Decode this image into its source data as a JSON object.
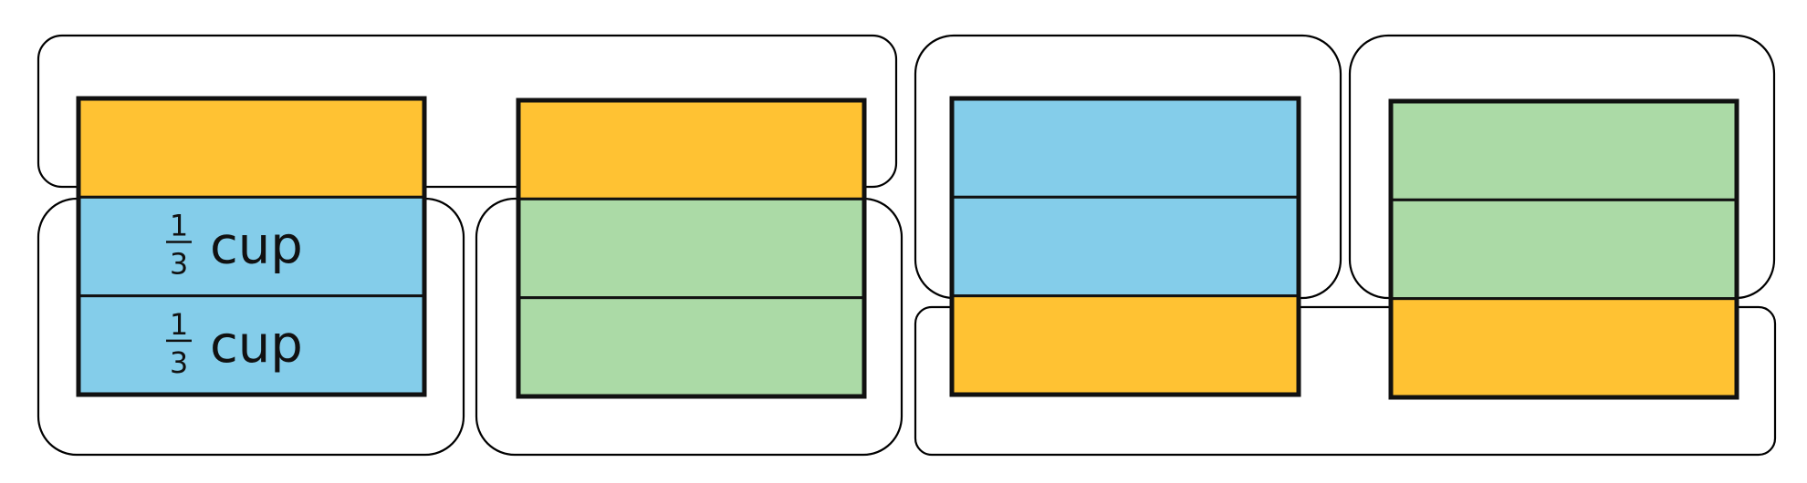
{
  "colors": {
    "yellow": "#FFC233",
    "blue": "#84CDEA",
    "green": "#ABDAA6",
    "outline": "#111111",
    "group": "#000000"
  },
  "bars": [
    {
      "name": "bar-1",
      "sections": [
        {
          "color": "yellow"
        },
        {
          "color": "blue",
          "label": {
            "numerator": "1",
            "denominator": "3",
            "unit": "cup"
          }
        },
        {
          "color": "blue",
          "label": {
            "numerator": "1",
            "denominator": "3",
            "unit": "cup"
          }
        }
      ]
    },
    {
      "name": "bar-2",
      "sections": [
        {
          "color": "yellow"
        },
        {
          "color": "green"
        },
        {
          "color": "green"
        }
      ]
    },
    {
      "name": "bar-3",
      "sections": [
        {
          "color": "blue"
        },
        {
          "color": "blue"
        },
        {
          "color": "yellow"
        }
      ]
    },
    {
      "name": "bar-4",
      "sections": [
        {
          "color": "green"
        },
        {
          "color": "green"
        },
        {
          "color": "yellow"
        }
      ]
    }
  ]
}
